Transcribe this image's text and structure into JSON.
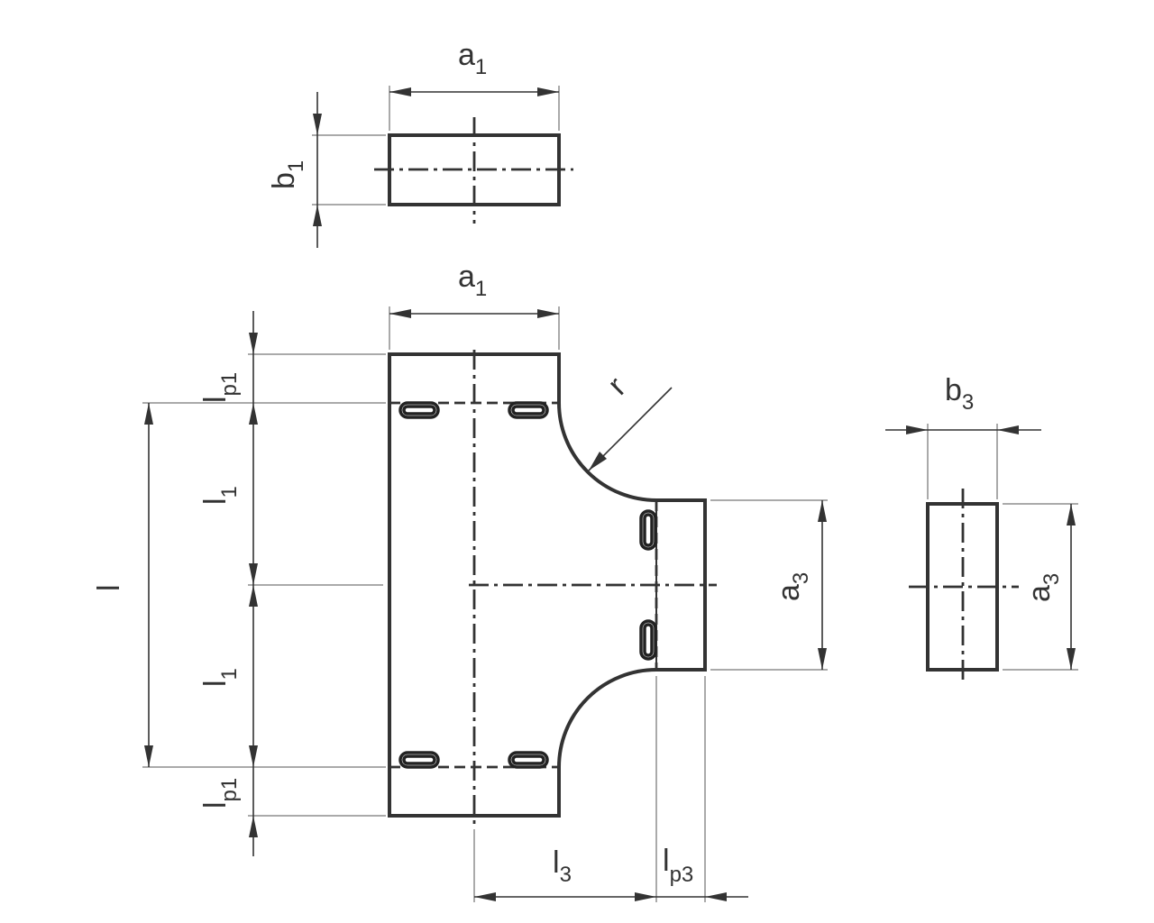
{
  "labels": {
    "a1_top": {
      "main": "a",
      "sub": "1"
    },
    "b1": {
      "main": "b",
      "sub": "1"
    },
    "a1_mid": {
      "main": "a",
      "sub": "1"
    },
    "r": {
      "main": "r",
      "sub": ""
    },
    "lp1_top": {
      "main": "l",
      "sub": "p1"
    },
    "l1_upper": {
      "main": "l",
      "sub": "1"
    },
    "l_total": {
      "main": "l",
      "sub": ""
    },
    "l1_lower": {
      "main": "l",
      "sub": "1"
    },
    "lp1_bottom": {
      "main": "l",
      "sub": "p1"
    },
    "a3_main": {
      "main": "a",
      "sub": "3"
    },
    "b3": {
      "main": "b",
      "sub": "3"
    },
    "a3_side": {
      "main": "a",
      "sub": "3"
    },
    "l3": {
      "main": "l",
      "sub": "3"
    },
    "lp3": {
      "main": "l",
      "sub": "p3"
    }
  }
}
